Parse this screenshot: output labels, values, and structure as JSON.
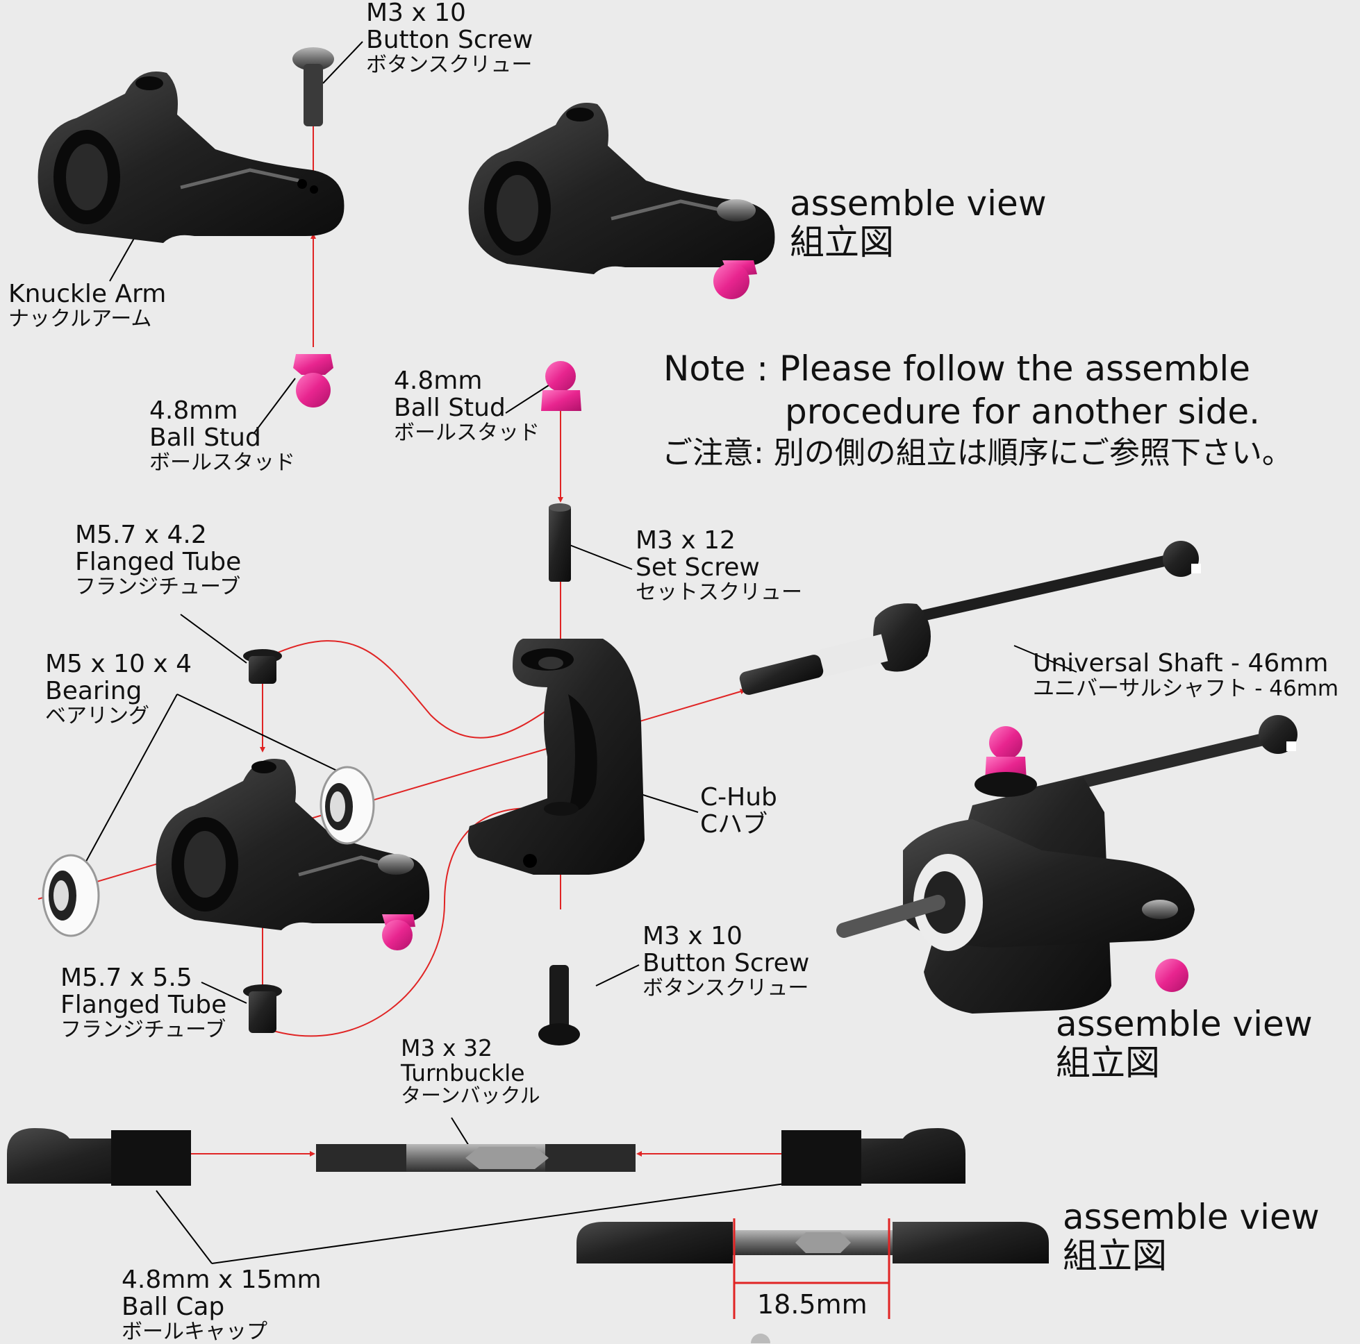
{
  "parts": {
    "top_screw": {
      "size": "M3 x 10",
      "name_en": "Button Screw",
      "name_jp": "ボタンスクリュー"
    },
    "knuckle_arm": {
      "name_en": "Knuckle Arm",
      "name_jp": "ナックルアーム"
    },
    "ball_stud_left": {
      "size": "4.8mm",
      "name_en": "Ball Stud",
      "name_jp": "ボールスタッド"
    },
    "ball_stud_center": {
      "size": "4.8mm",
      "name_en": "Ball Stud",
      "name_jp": "ボールスタッド"
    },
    "set_screw": {
      "size": "M3 x 12",
      "name_en": "Set Screw",
      "name_jp": "セットスクリュー"
    },
    "flanged_tube_top": {
      "size": "M5.7 x 4.2",
      "name_en": "Flanged Tube",
      "name_jp": "フランジチューブ"
    },
    "bearing": {
      "size": "M5 x 10 x 4",
      "name_en": "Bearing",
      "name_jp": "ベアリング"
    },
    "universal_shaft": {
      "name_en": "Universal Shaft - 46mm",
      "name_jp": "ユニバーサルシャフト - 46mm"
    },
    "c_hub": {
      "name_en": "C-Hub",
      "name_jp": "Cハブ"
    },
    "bottom_screw": {
      "size": "M3 x 10",
      "name_en": "Button Screw",
      "name_jp": "ボタンスクリュー"
    },
    "flanged_tube_bottom": {
      "size": "M5.7 x 5.5",
      "name_en": "Flanged Tube",
      "name_jp": "フランジチューブ"
    },
    "turnbuckle": {
      "size": "M3 x 32",
      "name_en": "Turnbuckle",
      "name_jp": "ターンバックル"
    },
    "ball_cap": {
      "size": "4.8mm x 15mm",
      "name_en": "Ball Cap",
      "name_jp": "ボールキャップ"
    }
  },
  "assemble_views": [
    {
      "en": "assemble view",
      "jp": "組立図"
    },
    {
      "en": "assemble view",
      "jp": "組立図"
    },
    {
      "en": "assemble view",
      "jp": "組立図"
    }
  ],
  "note": {
    "line1": "Note : Please follow the assemble",
    "line2": "procedure for another side.",
    "line3": "ご注意: 別の側の組立は順序にご参照下さい。"
  },
  "dimension": "18.5mm",
  "colors": {
    "background": "#ebebeb",
    "parts": "#1b1b1b",
    "ball_stud": "#e8258f",
    "arrows": "#e02424",
    "leaders": "#000000"
  }
}
